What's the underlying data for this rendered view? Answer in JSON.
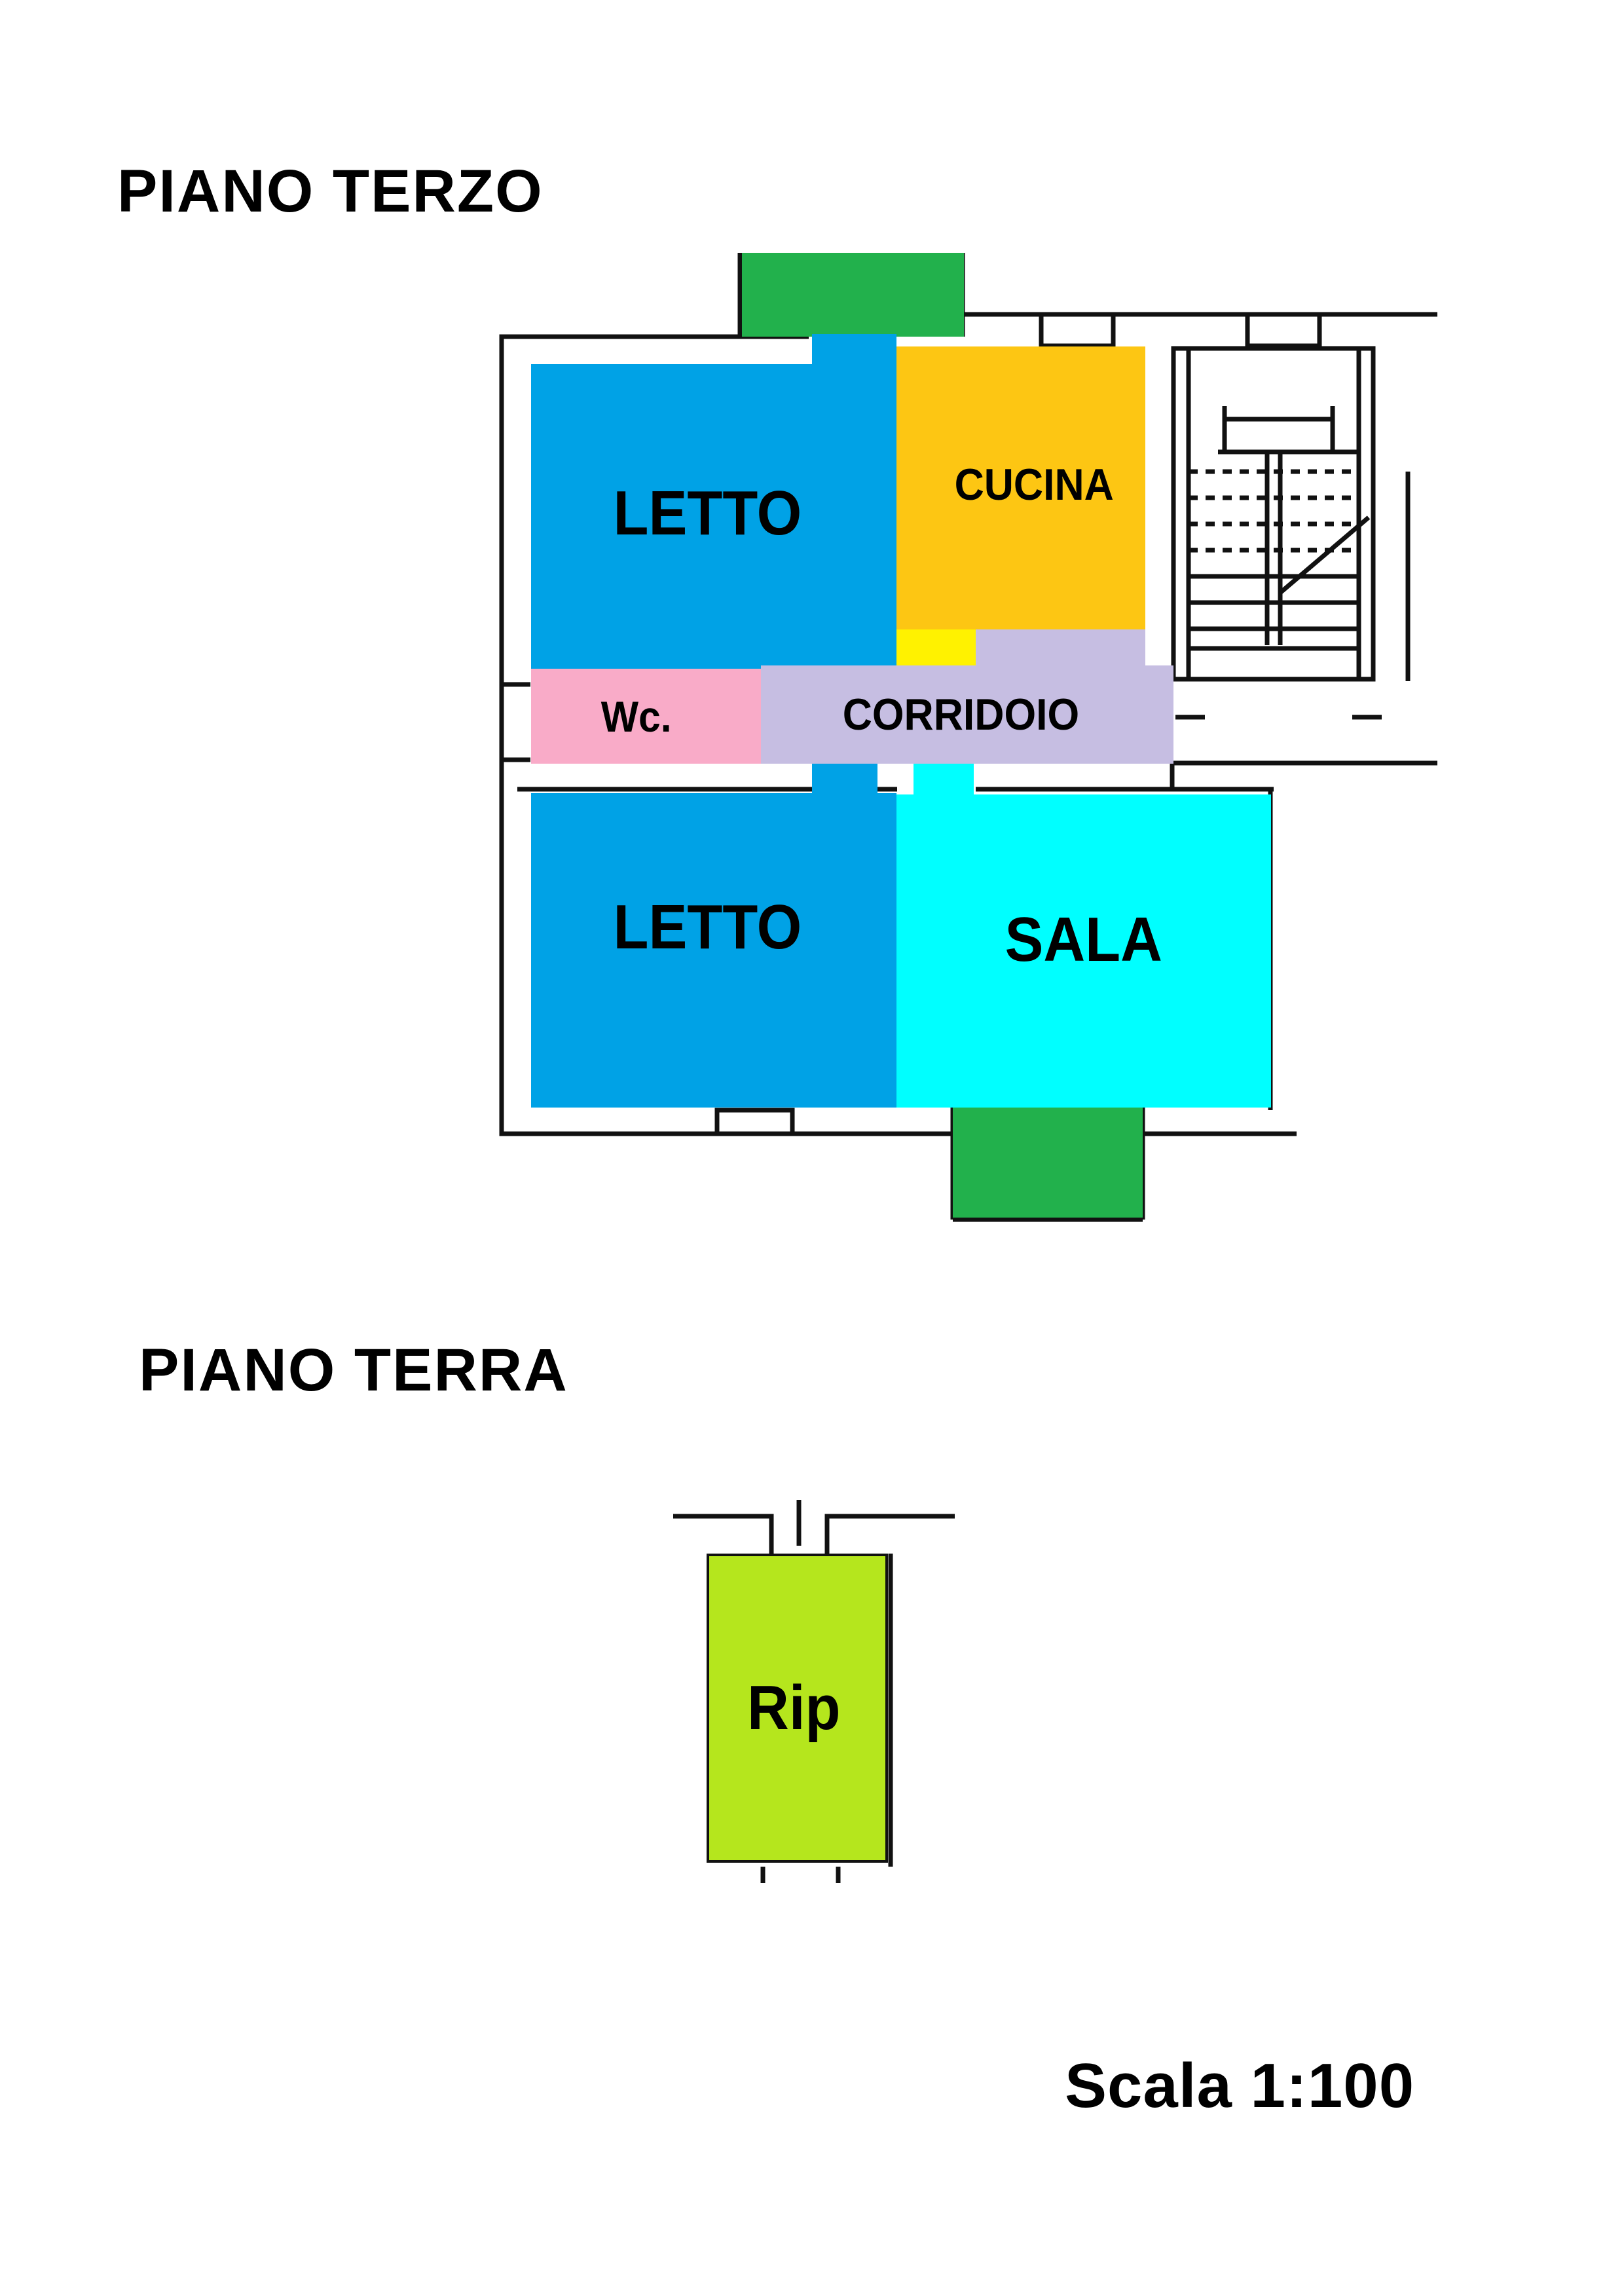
{
  "floors": [
    {
      "title": "PIANO TERZO",
      "rooms": [
        {
          "label": "LETTO",
          "color": "#00A2E6"
        },
        {
          "label": "CUCINA",
          "color": "#FDC613"
        },
        {
          "label": "Wc.",
          "color": "#F9ABC8"
        },
        {
          "label": "CORRIDOIO",
          "color": "#C6BEE2"
        },
        {
          "label": "LETTO",
          "color": "#00A2E6"
        },
        {
          "label": "SALA",
          "color": "#00FFFF"
        }
      ],
      "balcony_color": "#22B14C",
      "closet_color": "#FFF200"
    },
    {
      "title": "PIANO TERRA",
      "rooms": [
        {
          "label": "Rip",
          "color": "#B5E61D"
        }
      ]
    }
  ],
  "scale": "Scala 1:100"
}
